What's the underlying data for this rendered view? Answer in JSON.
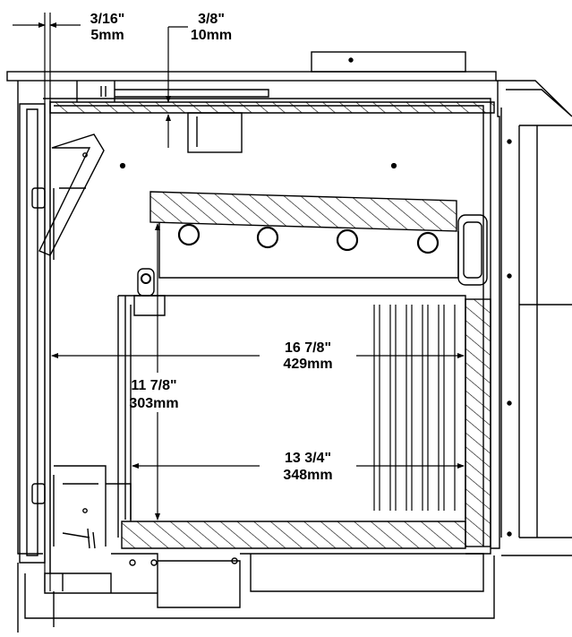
{
  "dimensions": {
    "top_gap": {
      "imperial": "3/16\"",
      "metric": "5mm"
    },
    "top_baffle_gap": {
      "imperial": "3/8\"",
      "metric": "10mm"
    },
    "firebox_width_outer": {
      "imperial": "16 7/8\"",
      "metric": "429mm"
    },
    "firebox_height": {
      "imperial": "11 7/8\"",
      "metric": "303mm"
    },
    "firebox_width_inner": {
      "imperial": "13 3/4\"",
      "metric": "348mm"
    }
  },
  "colors": {
    "line": "#000000",
    "background": "#ffffff",
    "hatch": "#000000"
  }
}
